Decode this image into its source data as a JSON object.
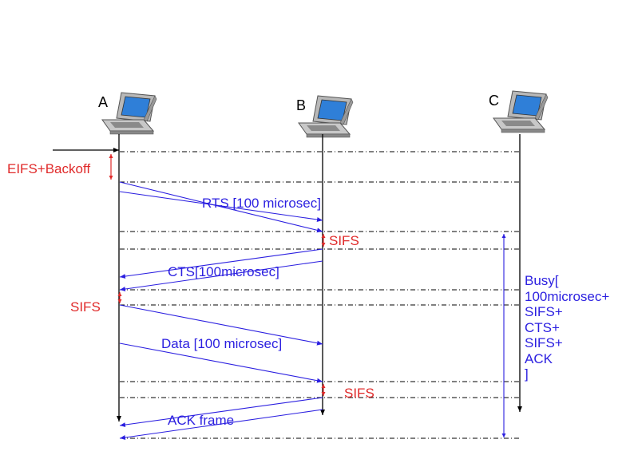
{
  "nodes": {
    "a": "A",
    "b": "B",
    "c": "C"
  },
  "labels": {
    "eifs": "EIFS+Backoff",
    "rts": "RTS [100 microsec]",
    "sifs1": "SIFS",
    "cts": "CTS[100microsec]",
    "sifs2": "SIFS",
    "data": "Data [100 microsec]",
    "sifs3": "SIFS",
    "ack": "ACK frame"
  },
  "busy": [
    "Busy[",
    "100microsec+",
    "SIFS+",
    "CTS+",
    "SIFS+",
    "ACK",
    "]"
  ],
  "colors": {
    "message": "#2b1fe0",
    "interval": "#e02a2a",
    "timeline": "#000000"
  },
  "icons": [
    "laptop-icon",
    "laptop-icon",
    "laptop-icon"
  ]
}
